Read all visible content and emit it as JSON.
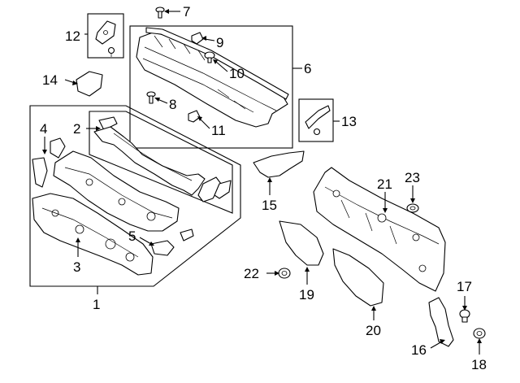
{
  "callouts": [
    {
      "id": "c1",
      "text": "1"
    },
    {
      "id": "c2",
      "text": "2"
    },
    {
      "id": "c3",
      "text": "3"
    },
    {
      "id": "c4",
      "text": "4"
    },
    {
      "id": "c5",
      "text": "5"
    },
    {
      "id": "c6",
      "text": "6"
    },
    {
      "id": "c7",
      "text": "7"
    },
    {
      "id": "c8",
      "text": "8"
    },
    {
      "id": "c9",
      "text": "9"
    },
    {
      "id": "c10",
      "text": "10"
    },
    {
      "id": "c11",
      "text": "11"
    },
    {
      "id": "c12",
      "text": "12"
    },
    {
      "id": "c13",
      "text": "13"
    },
    {
      "id": "c14",
      "text": "14"
    },
    {
      "id": "c15",
      "text": "15"
    },
    {
      "id": "c16",
      "text": "16"
    },
    {
      "id": "c17",
      "text": "17"
    },
    {
      "id": "c18",
      "text": "18"
    },
    {
      "id": "c19",
      "text": "19"
    },
    {
      "id": "c20",
      "text": "20"
    },
    {
      "id": "c21",
      "text": "21"
    },
    {
      "id": "c22",
      "text": "22"
    },
    {
      "id": "c23",
      "text": "23"
    }
  ],
  "colors": {
    "line": "#000000",
    "background": "#ffffff"
  }
}
